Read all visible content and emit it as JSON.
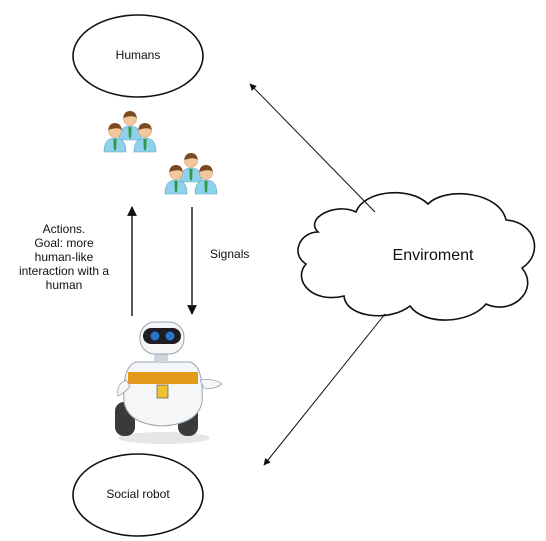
{
  "nodes": {
    "humans": "Humans",
    "social_robot": "Social robot",
    "environment": "Enviroment"
  },
  "edges": {
    "actions": [
      "Actions.",
      "Goal: more",
      "human-like",
      "interaction with a",
      "human"
    ],
    "signals": "Signals"
  },
  "icons": [
    "people-group-icon",
    "people-group-icon",
    "robot-icon"
  ],
  "colors": {
    "stroke": "#111111",
    "person_skin": "#f2c79b",
    "person_hair": "#7a4a22",
    "person_shirt": "#8fd1ea",
    "person_tie": "#2e9a46",
    "robot_body": "#f4f6f8",
    "robot_band": "#e39a1c",
    "robot_eye": "#2a74c9"
  }
}
